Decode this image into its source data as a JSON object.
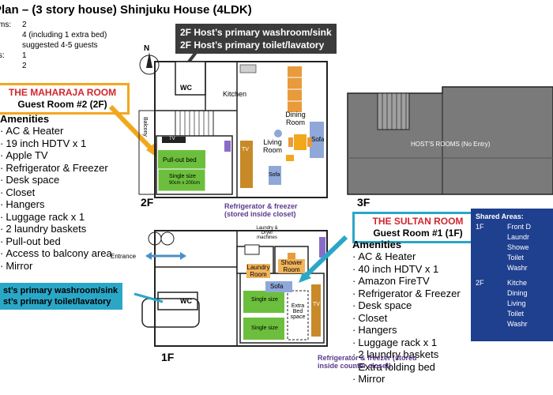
{
  "title": "Plan – (3 story house) Shinjuku House (4LDK)",
  "info": {
    "rows": [
      {
        "label": "ms:",
        "value": "2"
      },
      {
        "label": "",
        "value": "4 (including 1 extra bed)"
      },
      {
        "label": "",
        "value": "suggested 4-5 guests"
      },
      {
        "label": "s:",
        "value": "1"
      },
      {
        "label": "",
        "value": "2"
      }
    ]
  },
  "callouts": {
    "host_2f_line1": "2F Host’s primary washroom/sink",
    "host_2f_line2": "2F Host’s primary toilet/lavatory",
    "host_1f_line1": "st’s primary washroom/sink",
    "host_1f_line2": "st’s primary toilet/lavatory"
  },
  "maharaja": {
    "name": "THE MAHARAJA ROOM",
    "subtitle": "Guest Room #2 (2F)",
    "amenities_title": "Amenities",
    "amenities": [
      "AC & Heater",
      "19 inch HDTV x 1",
      "Apple TV",
      "Refrigerator & Freezer",
      "Desk space",
      "Closet",
      "Hangers",
      "Luggage rack x 1",
      "2 laundry baskets",
      "Pull-out bed",
      "Access to balcony area",
      "Mirror"
    ]
  },
  "sultan": {
    "name": "THE SULTAN ROOM",
    "subtitle": "Guest Room #1 (1F)",
    "amenities_title": "Amenities",
    "amenities": [
      "AC & Heater",
      "40 inch HDTV x 1",
      "Amazon FireTV",
      "Refrigerator & Freezer",
      "Desk space",
      "Closet",
      "Hangers",
      "Luggage rack x 1",
      "2 laundry baskets",
      "Extra folding bed",
      "Mirror"
    ]
  },
  "floors": {
    "f1": "1F",
    "f2": "2F",
    "f3": "3F"
  },
  "plan2f": {
    "wc": "WC",
    "kitchen": "Kitchen",
    "dining": "Dining Room",
    "living": "Living Room",
    "sofa": "Sofa",
    "sofa2": "Sofa",
    "tv": "TV",
    "tv2": "TV",
    "balcony": "Balcony",
    "pullout": "Pull-out bed",
    "single": "Single size",
    "single_dim": "90cm x 200cm",
    "fridge_line1": "Refrigerator & freezer",
    "fridge_line2": "(stored inside closet)",
    "compass": "N"
  },
  "plan3f": {
    "hosts_rooms": "HOST’S ROOMS (No Entry)"
  },
  "plan1f": {
    "entrance": "Entrance",
    "laundry_machines": "Laundry & Dryer machines",
    "laundry_room": "Laundry Room",
    "shower": "Shower Room",
    "sofa": "Sofa",
    "wc": "WC",
    "single1": "Single size",
    "single2": "Single size",
    "extra_bed": "Extra Bed space",
    "tv": "TV",
    "fridge_line1": "Refrigerator & freezer (stored",
    "fridge_line2": "inside counter closet)"
  },
  "shared": {
    "title": "Shared Areas:",
    "rows": [
      {
        "floor": "1F",
        "item": "Front D"
      },
      {
        "floor": "",
        "item": "Laundr"
      },
      {
        "floor": "",
        "item": "Showe"
      },
      {
        "floor": "",
        "item": "Toilet"
      },
      {
        "floor": "",
        "item": "Washr"
      },
      {
        "floor": "2F",
        "item": "Kitche"
      },
      {
        "floor": "",
        "item": "Dining"
      },
      {
        "floor": "",
        "item": "Living"
      },
      {
        "floor": "",
        "item": "Toilet"
      },
      {
        "floor": "",
        "item": "Washr"
      }
    ]
  },
  "colors": {
    "orange": "#f2a81d",
    "teal": "#2aa7c7",
    "navy": "#1f3f8f",
    "dark": "#3b3b3b",
    "wood": "#e89a3c",
    "green": "#6cbf3c",
    "sofa": "#8fa8d8"
  }
}
